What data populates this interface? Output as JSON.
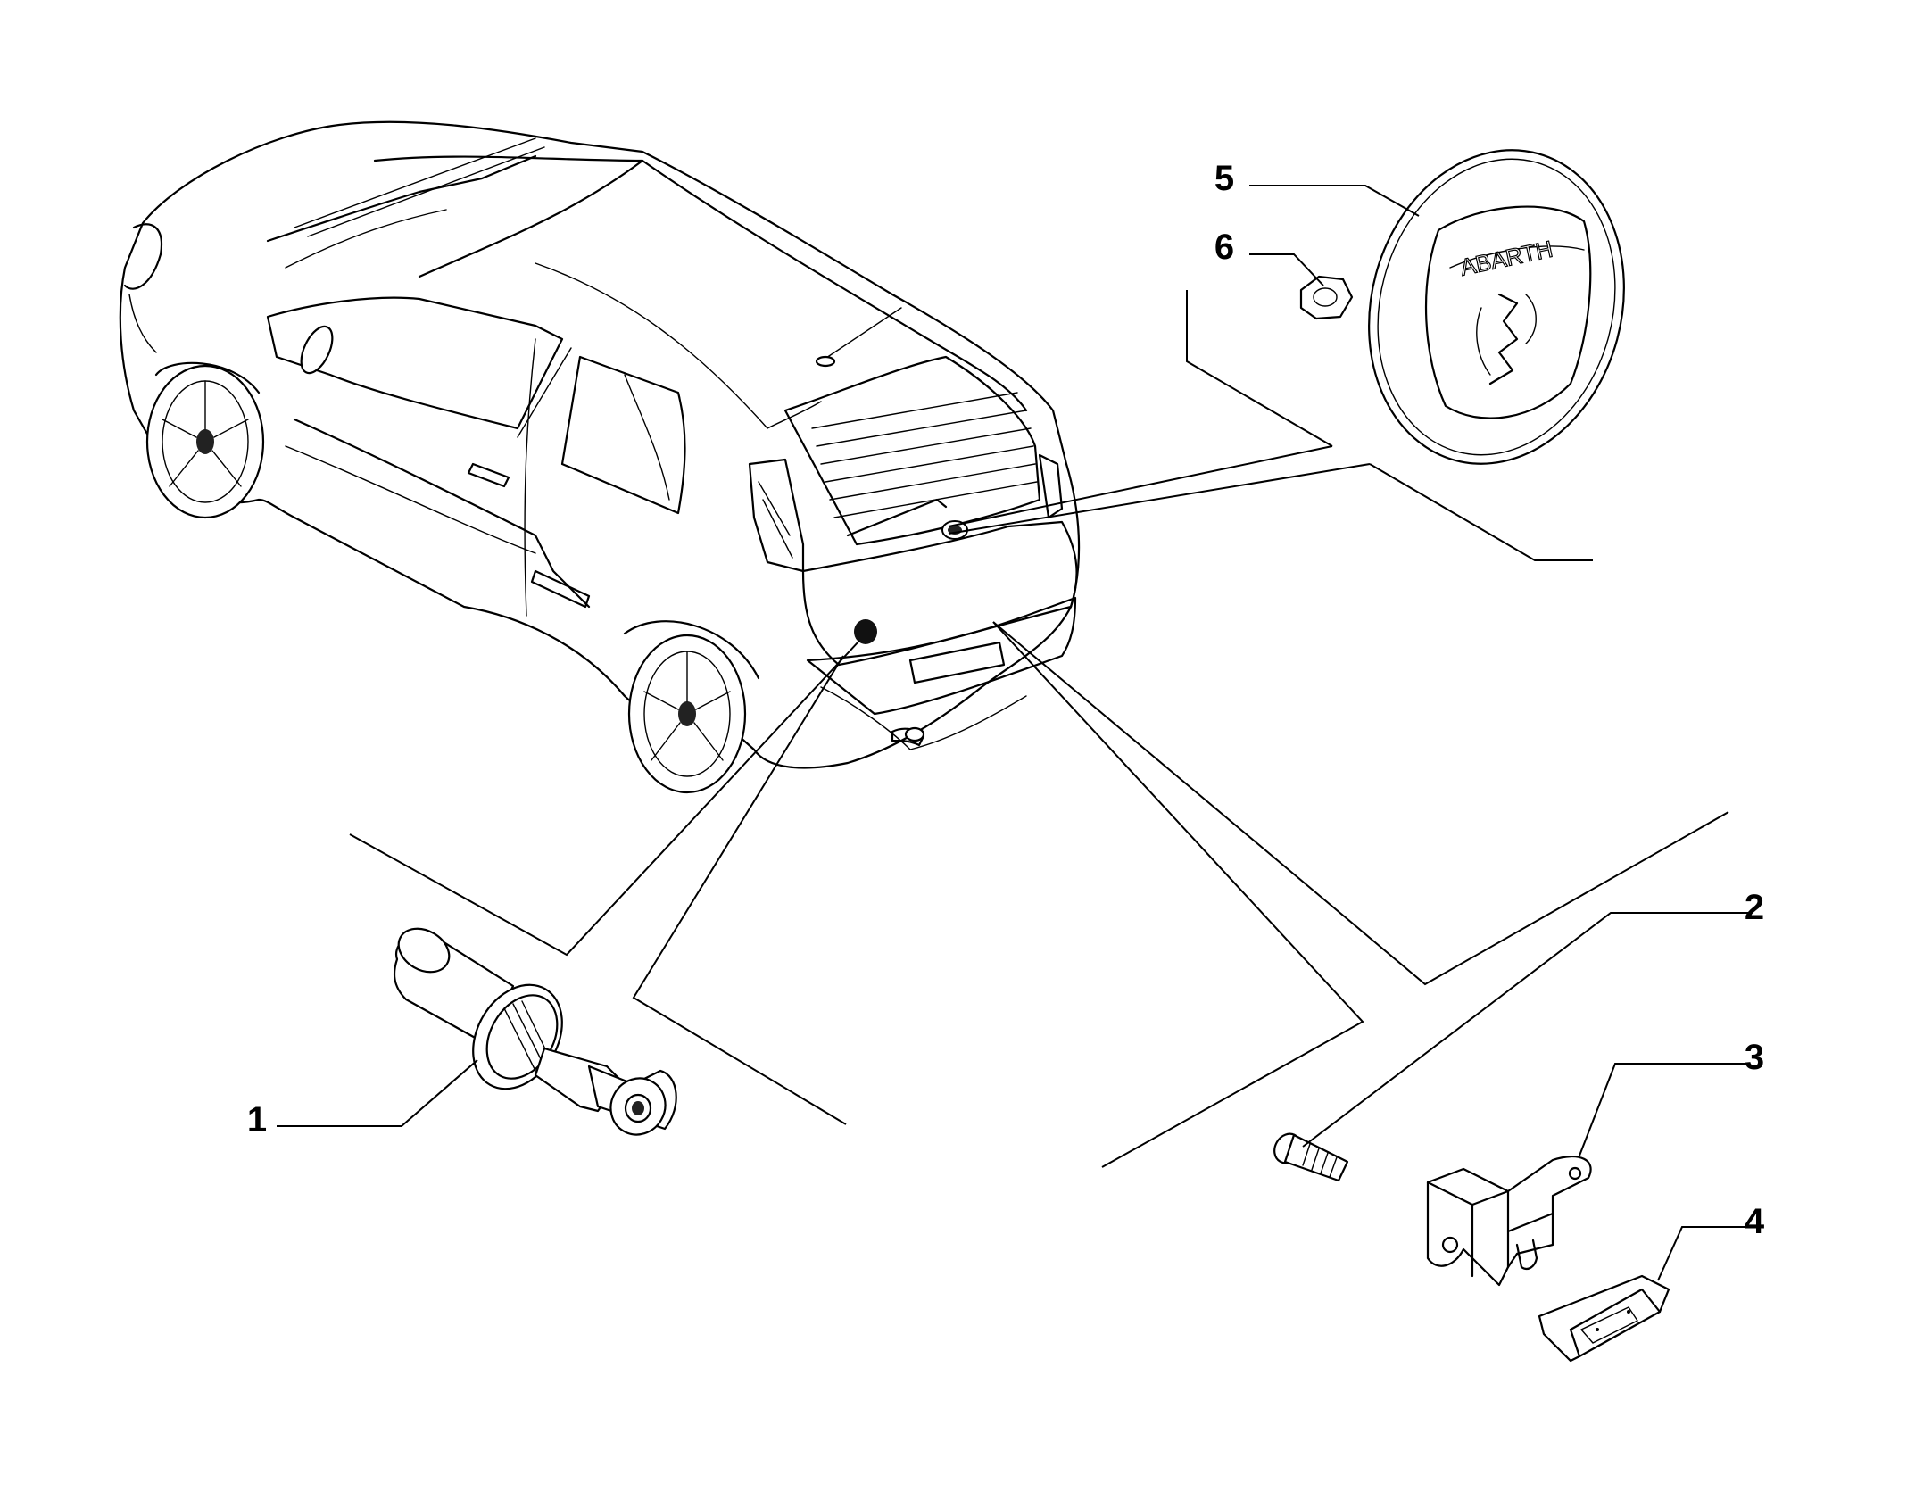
{
  "diagram": {
    "callouts": [
      {
        "id": "1",
        "label": "1"
      },
      {
        "id": "2",
        "label": "2"
      },
      {
        "id": "3",
        "label": "3"
      },
      {
        "id": "4",
        "label": "4"
      },
      {
        "id": "5",
        "label": "5"
      },
      {
        "id": "6",
        "label": "6"
      }
    ],
    "emblem_text": "ABARTH",
    "parts": [
      {
        "callout": "1",
        "icon": "lock-cylinder-icon"
      },
      {
        "callout": "2",
        "icon": "screw-icon"
      },
      {
        "callout": "3",
        "icon": "striker-bracket-icon"
      },
      {
        "callout": "4",
        "icon": "striker-plate-icon"
      },
      {
        "callout": "5",
        "icon": "abarth-badge-icon"
      },
      {
        "callout": "6",
        "icon": "nut-icon"
      }
    ],
    "car_icon": "hatchback-car-rear-view-icon"
  }
}
